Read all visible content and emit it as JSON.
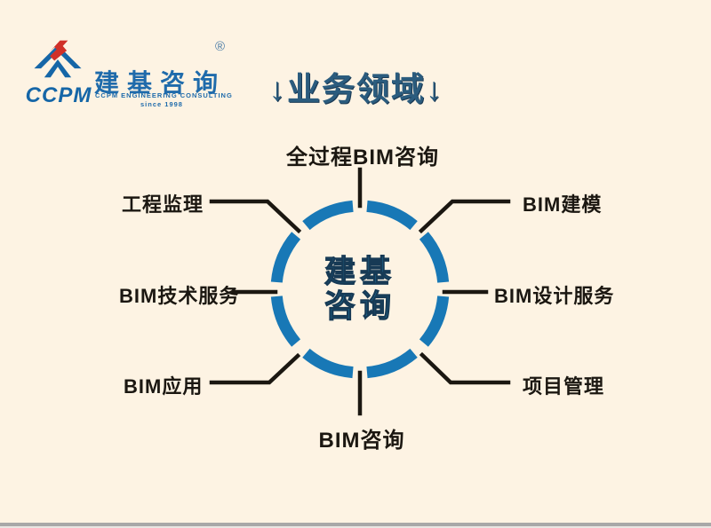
{
  "page": {
    "title": "↓业务领域↓"
  },
  "logo": {
    "wordmark": "CCPM",
    "company_cn": "建基咨询",
    "registered_mark": "®",
    "tagline_en": "CCPM ENGINEERING CONSULTING",
    "tagline_since": "since 1998"
  },
  "diagram": {
    "center": {
      "line1": "建基",
      "line2": "咨询"
    },
    "nodes": [
      {
        "position": "top",
        "label": "全过程BIM咨询"
      },
      {
        "position": "top-right",
        "label": "BIM建模"
      },
      {
        "position": "right",
        "label": "BIM设计服务"
      },
      {
        "position": "bottom-right",
        "label": "项目管理"
      },
      {
        "position": "bottom",
        "label": "BIM咨询"
      },
      {
        "position": "bottom-left",
        "label": "BIM应用"
      },
      {
        "position": "left",
        "label": "BIM技术服务"
      },
      {
        "position": "top-left",
        "label": "工程监理"
      }
    ],
    "colors": {
      "background": "#fdf3e3",
      "accent_blue": "#1878b6",
      "connector_black": "#1b1711",
      "title_blue": "#2b5c7e",
      "hub_text_blue": "#1f7fae",
      "logo_blue": "#1566a7",
      "logo_red": "#d03028"
    }
  }
}
